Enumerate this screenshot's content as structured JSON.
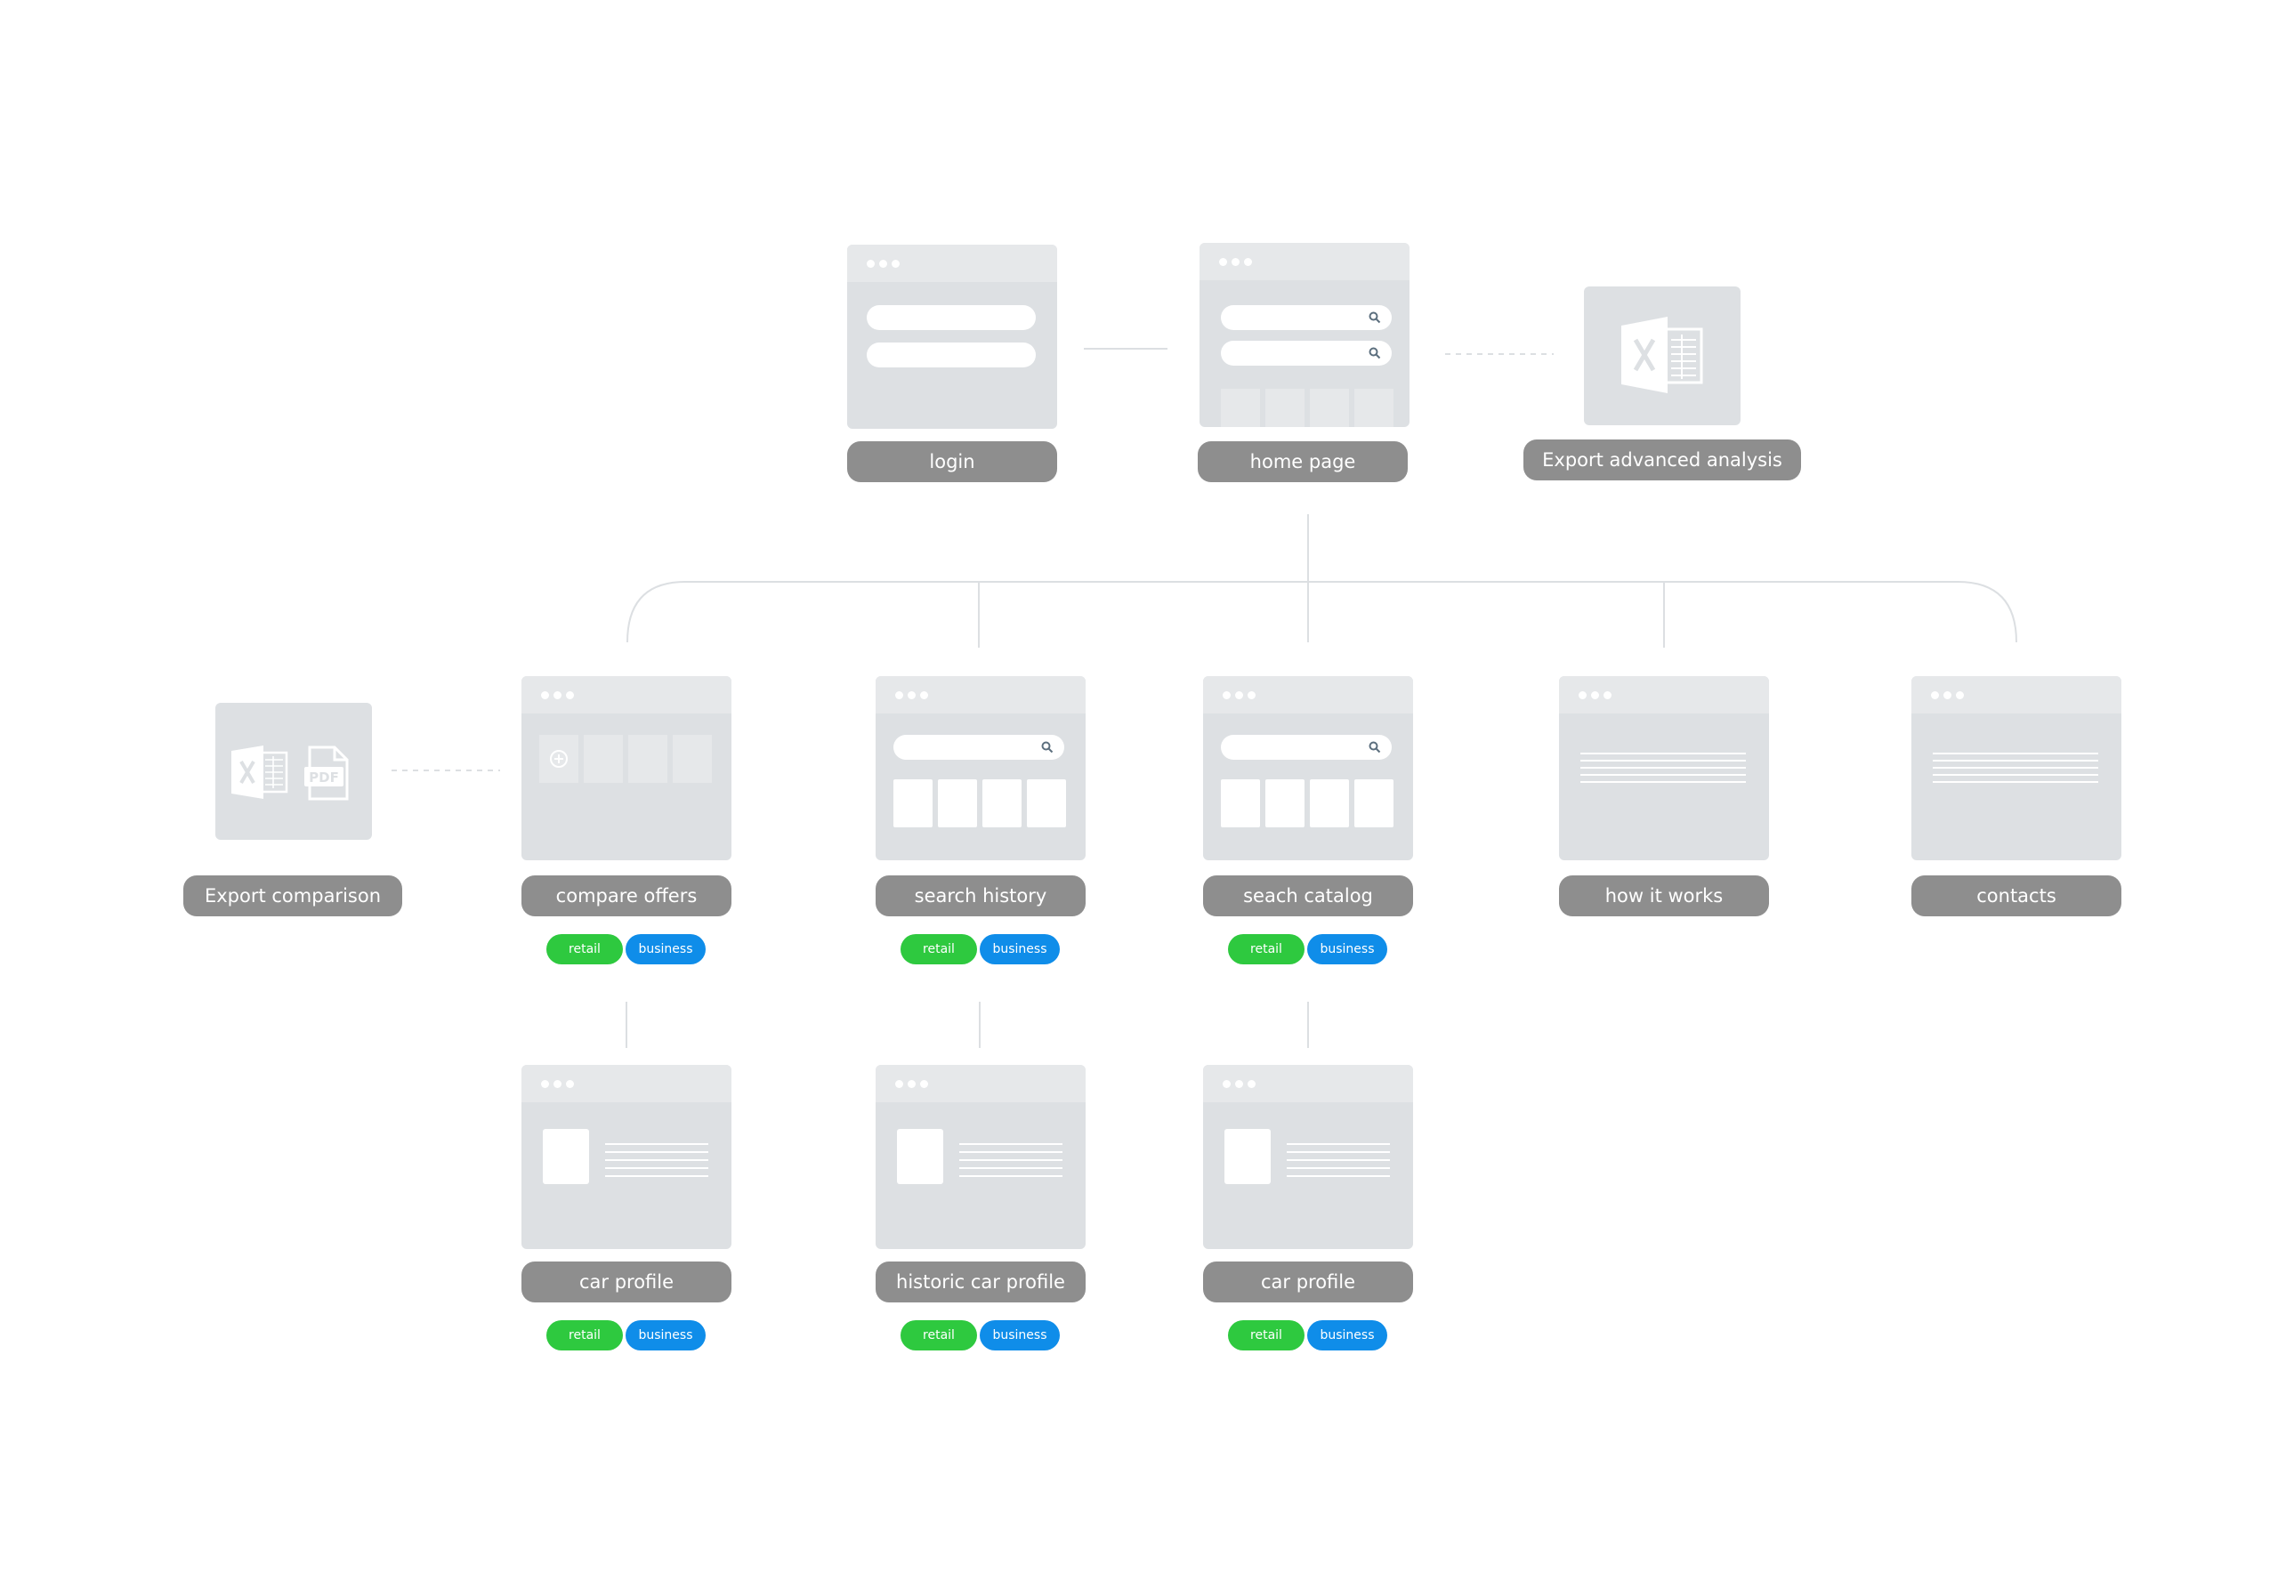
{
  "diagram": {
    "nodes": {
      "login": {
        "label": "login"
      },
      "home": {
        "label": "home page"
      },
      "export_advanced": {
        "label": "Export advanced analysis",
        "icon": "excel-icon"
      },
      "export_comparison": {
        "label": "Export comparison",
        "icons": [
          "excel-icon",
          "pdf-icon"
        ]
      },
      "compare_offers": {
        "label": "compare offers",
        "tags": [
          "retail",
          "business"
        ]
      },
      "search_history": {
        "label": "search history",
        "tags": [
          "retail",
          "business"
        ]
      },
      "search_catalog": {
        "label": "seach catalog",
        "tags": [
          "retail",
          "business"
        ]
      },
      "how_it_works": {
        "label": "how it works"
      },
      "contacts": {
        "label": "contacts"
      },
      "car_profile_1": {
        "label": "car profile",
        "tags": [
          "retail",
          "business"
        ]
      },
      "historic_car_profile": {
        "label": "historic car profile",
        "tags": [
          "retail",
          "business"
        ]
      },
      "car_profile_2": {
        "label": "car profile",
        "tags": [
          "retail",
          "business"
        ]
      }
    },
    "tag_labels": {
      "retail": "retail",
      "business": "business"
    },
    "colors": {
      "label_bg": "#8e8e8e",
      "window_bg": "#dde0e3",
      "window_header": "#e6e8ea",
      "retail": "#2ec93f",
      "business": "#0f8de9",
      "connector": "#dcdfe2"
    }
  }
}
